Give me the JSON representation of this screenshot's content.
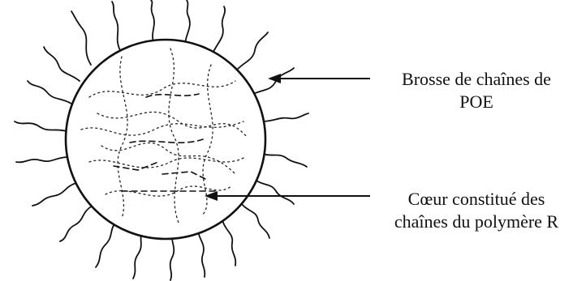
{
  "labels": {
    "brush": {
      "line1": "Brosse de chaînes de",
      "line2": "POE"
    },
    "core": {
      "line1": "Cœur constitué des",
      "line2": "chaînes du polymère R"
    }
  },
  "colors": {
    "ink": "#111111",
    "background": "#ffffff"
  }
}
